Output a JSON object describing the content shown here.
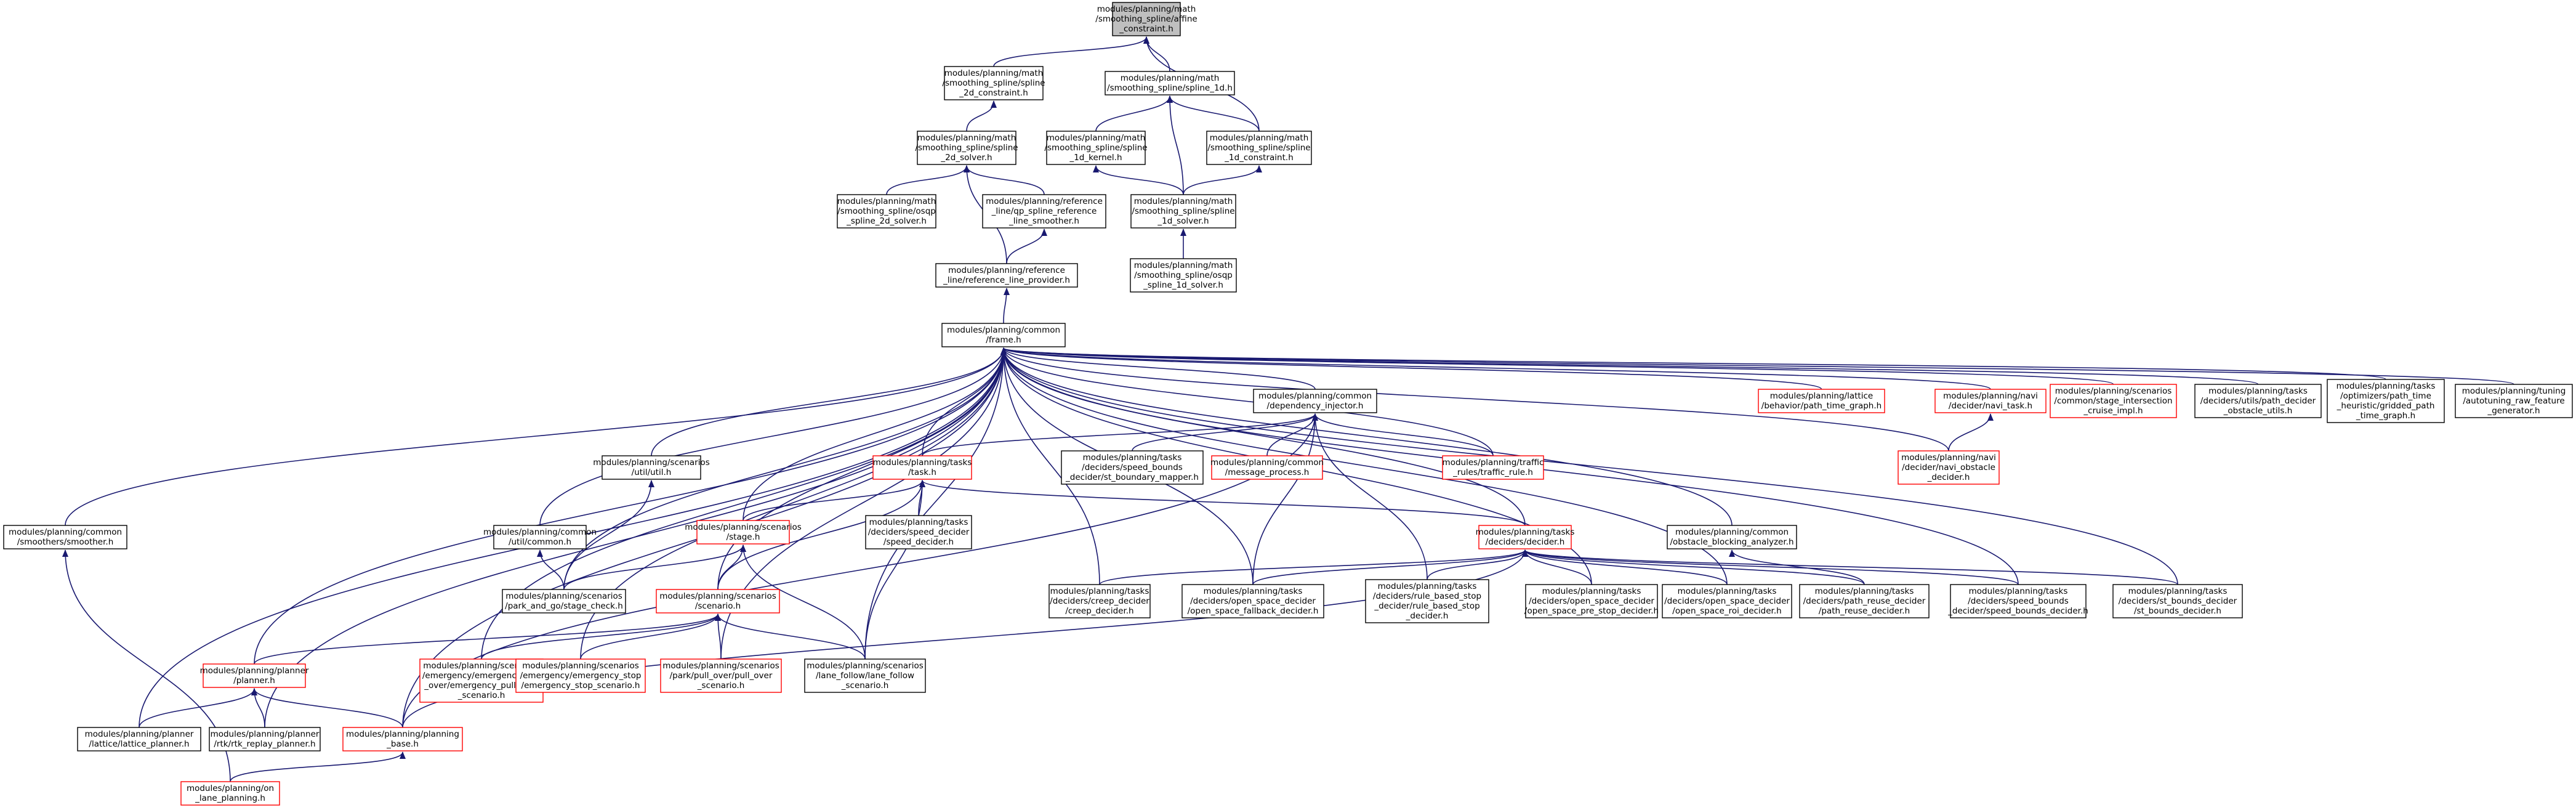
{
  "colors": {
    "edge": "#191970",
    "box_black": "#000000",
    "box_red": "#ff0000",
    "root_fill": "#bfbfbf",
    "node_fill": "#ffffff"
  },
  "nodes": [
    {
      "id": "n_affine",
      "lines": [
        "modules/planning/math",
        "/smoothing_spline/affine",
        "_constraint.h"
      ],
      "border": "black",
      "root": true
    },
    {
      "id": "n_spline2dc",
      "lines": [
        "modules/planning/math",
        "/smoothing_spline/spline",
        "_2d_constraint.h"
      ],
      "border": "black"
    },
    {
      "id": "n_spline1d",
      "lines": [
        "modules/planning/math",
        "/smoothing_spline/spline_1d.h"
      ],
      "border": "black"
    },
    {
      "id": "n_spline2ds",
      "lines": [
        "modules/planning/math",
        "/smoothing_spline/spline",
        "_2d_solver.h"
      ],
      "border": "black"
    },
    {
      "id": "n_spline1dk",
      "lines": [
        "modules/planning/math",
        "/smoothing_spline/spline",
        "_1d_kernel.h"
      ],
      "border": "black"
    },
    {
      "id": "n_spline1dc",
      "lines": [
        "modules/planning/math",
        "/smoothing_spline/spline",
        "_1d_constraint.h"
      ],
      "border": "black"
    },
    {
      "id": "n_osqp2d",
      "lines": [
        "modules/planning/math",
        "/smoothing_spline/osqp",
        "_spline_2d_solver.h"
      ],
      "border": "black"
    },
    {
      "id": "n_qpref",
      "lines": [
        "modules/planning/reference",
        "_line/qp_spline_reference",
        "_line_smoother.h"
      ],
      "border": "black"
    },
    {
      "id": "n_spline1ds",
      "lines": [
        "modules/planning/math",
        "/smoothing_spline/spline",
        "_1d_solver.h"
      ],
      "border": "black"
    },
    {
      "id": "n_refprov",
      "lines": [
        "modules/planning/reference",
        "_line/reference_line_provider.h"
      ],
      "border": "black"
    },
    {
      "id": "n_osqp1d",
      "lines": [
        "modules/planning/math",
        "/smoothing_spline/osqp",
        "_spline_1d_solver.h"
      ],
      "border": "black"
    },
    {
      "id": "n_frame",
      "lines": [
        "modules/planning/common",
        "/frame.h"
      ],
      "border": "black"
    },
    {
      "id": "n_depinj",
      "lines": [
        "modules/planning/common",
        "/dependency_injector.h"
      ],
      "border": "black"
    },
    {
      "id": "n_lattice_ptg",
      "lines": [
        "modules/planning/lattice",
        "/behavior/path_time_graph.h"
      ],
      "border": "red"
    },
    {
      "id": "n_navitask",
      "lines": [
        "modules/planning/navi",
        "/decider/navi_task.h"
      ],
      "border": "red"
    },
    {
      "id": "n_stageinter",
      "lines": [
        "modules/planning/scenarios",
        "/common/stage_intersection",
        "_cruise_impl.h"
      ],
      "border": "red"
    },
    {
      "id": "n_pathdec",
      "lines": [
        "modules/planning/tasks",
        "/deciders/utils/path_decider",
        "_obstacle_utils.h"
      ],
      "border": "black"
    },
    {
      "id": "n_gridded",
      "lines": [
        "modules/planning/tasks",
        "/optimizers/path_time",
        "_heuristic/gridded_path",
        "_time_graph.h"
      ],
      "border": "black"
    },
    {
      "id": "n_autotune",
      "lines": [
        "modules/planning/tuning",
        "/autotuning_raw_feature",
        "_generator.h"
      ],
      "border": "black"
    },
    {
      "id": "n_smoother",
      "lines": [
        "modules/planning/common",
        "/smoothers/smoother.h"
      ],
      "border": "black"
    },
    {
      "id": "n_util",
      "lines": [
        "modules/planning/scenarios",
        "/util/util.h"
      ],
      "border": "black"
    },
    {
      "id": "n_task",
      "lines": [
        "modules/planning/tasks",
        "/task.h"
      ],
      "border": "red"
    },
    {
      "id": "n_stbm",
      "lines": [
        "modules/planning/tasks",
        "/deciders/speed_bounds",
        "_decider/st_boundary_mapper.h"
      ],
      "border": "black"
    },
    {
      "id": "n_msgproc",
      "lines": [
        "modules/planning/common",
        "/message_process.h"
      ],
      "border": "red"
    },
    {
      "id": "n_traffic",
      "lines": [
        "modules/planning/traffic",
        "_rules/traffic_rule.h"
      ],
      "border": "red"
    },
    {
      "id": "n_naviobs",
      "lines": [
        "modules/planning/navi",
        "/decider/navi_obstacle",
        "_decider.h"
      ],
      "border": "red"
    },
    {
      "id": "n_utilcommon",
      "lines": [
        "modules/planning/common",
        "/util/common.h"
      ],
      "border": "black"
    },
    {
      "id": "n_stage",
      "lines": [
        "modules/planning/scenarios",
        "/stage.h"
      ],
      "border": "red"
    },
    {
      "id": "n_speeddec",
      "lines": [
        "modules/planning/tasks",
        "/deciders/speed_decider",
        "/speed_decider.h"
      ],
      "border": "black"
    },
    {
      "id": "n_decider",
      "lines": [
        "modules/planning/tasks",
        "/deciders/decider.h"
      ],
      "border": "red"
    },
    {
      "id": "n_obsblock",
      "lines": [
        "modules/planning/common",
        "/obstacle_blocking_analyzer.h"
      ],
      "border": "black"
    },
    {
      "id": "n_parkgo",
      "lines": [
        "modules/planning/scenarios",
        "/park_and_go/stage_check.h"
      ],
      "border": "black"
    },
    {
      "id": "n_scenario",
      "lines": [
        "modules/planning/scenarios",
        "/scenario.h"
      ],
      "border": "red"
    },
    {
      "id": "n_creep",
      "lines": [
        "modules/planning/tasks",
        "/deciders/creep_decider",
        "/creep_decider.h"
      ],
      "border": "black"
    },
    {
      "id": "n_osfallback",
      "lines": [
        "modules/planning/tasks",
        "/deciders/open_space_decider",
        "/open_space_fallback_decider.h"
      ],
      "border": "black"
    },
    {
      "id": "n_rulestop",
      "lines": [
        "modules/planning/tasks",
        "/deciders/rule_based_stop",
        "_decider/rule_based_stop",
        "_decider.h"
      ],
      "border": "black"
    },
    {
      "id": "n_osprestop",
      "lines": [
        "modules/planning/tasks",
        "/deciders/open_space_decider",
        "/open_space_pre_stop_decider.h"
      ],
      "border": "black"
    },
    {
      "id": "n_osroi",
      "lines": [
        "modules/planning/tasks",
        "/deciders/open_space_decider",
        "/open_space_roi_decider.h"
      ],
      "border": "black"
    },
    {
      "id": "n_pathreuse",
      "lines": [
        "modules/planning/tasks",
        "/deciders/path_reuse_decider",
        "/path_reuse_decider.h"
      ],
      "border": "black"
    },
    {
      "id": "n_speedbounds",
      "lines": [
        "modules/planning/tasks",
        "/deciders/speed_bounds",
        "_decider/speed_bounds_decider.h"
      ],
      "border": "black"
    },
    {
      "id": "n_stbounds",
      "lines": [
        "modules/planning/tasks",
        "/deciders/st_bounds_decider",
        "/st_bounds_decider.h"
      ],
      "border": "black"
    },
    {
      "id": "n_planner",
      "lines": [
        "modules/planning/planner",
        "/planner.h"
      ],
      "border": "red"
    },
    {
      "id": "n_emgpull",
      "lines": [
        "modules/planning/scenarios",
        "/emergency/emergency_pull",
        "_over/emergency_pull_over",
        "_scenario.h"
      ],
      "border": "red"
    },
    {
      "id": "n_emgstop",
      "lines": [
        "modules/planning/scenarios",
        "/emergency/emergency_stop",
        "/emergency_stop_scenario.h"
      ],
      "border": "red"
    },
    {
      "id": "n_pullover",
      "lines": [
        "modules/planning/scenarios",
        "/park/pull_over/pull_over",
        "_scenario.h"
      ],
      "border": "red"
    },
    {
      "id": "n_lanefollow",
      "lines": [
        "modules/planning/scenarios",
        "/lane_follow/lane_follow",
        "_scenario.h"
      ],
      "border": "black"
    },
    {
      "id": "n_lattplan",
      "lines": [
        "modules/planning/planner",
        "/lattice/lattice_planner.h"
      ],
      "border": "black"
    },
    {
      "id": "n_rtk",
      "lines": [
        "modules/planning/planner",
        "/rtk/rtk_replay_planner.h"
      ],
      "border": "black"
    },
    {
      "id": "n_planbase",
      "lines": [
        "modules/planning/planning",
        "_base.h"
      ],
      "border": "red"
    },
    {
      "id": "n_onlane",
      "lines": [
        "modules/planning/on",
        "_lane_planning.h"
      ],
      "border": "red"
    }
  ]
}
